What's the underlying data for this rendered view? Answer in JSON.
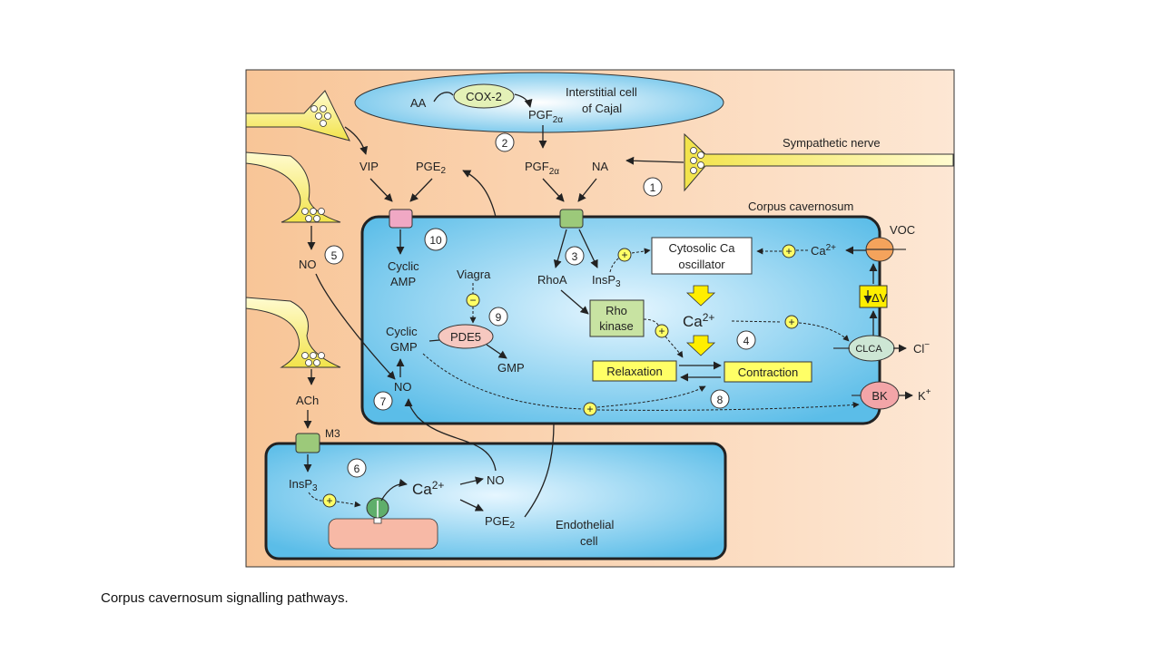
{
  "caption": "Corpus cavernosum signalling pathways.",
  "labels": {
    "interstitial": "Interstitial cell",
    "interstitial2": "of  Cajal",
    "aa": "AA",
    "cox2": "COX-2",
    "pgf_main": "PGF",
    "pgf_sub": "2α",
    "sympathetic": "Sympathetic nerve",
    "vip": "VIP",
    "pge_main": "PGE",
    "pge_sub": "2",
    "na": "NA",
    "corpus": "Corpus cavernosum",
    "voc": "VOC",
    "no": "NO",
    "cyclic_amp_1": "Cyclic",
    "cyclic_amp_2": "AMP",
    "viagra": "Viagra",
    "rhoa": "RhoA",
    "insp_main": "InsP",
    "insp_sub": "3",
    "cytosolic_1": "Cytosolic Ca",
    "cytosolic_2": "oscillator",
    "ca_main": "Ca",
    "ca_sup": "2+",
    "delta_v": "ΔV",
    "rho_1": "Rho",
    "rho_2": "kinase",
    "cyclic_gmp_1": "Cyclic",
    "cyclic_gmp_2": "GMP",
    "pde5": "PDE5",
    "gmp": "GMP",
    "clca": "CLCA",
    "cl": "Cl",
    "cl_sup": "−",
    "relaxation": "Relaxation",
    "contraction": "Contraction",
    "bk": "BK",
    "k": "K",
    "k_sup": "+",
    "ach": "ACh",
    "m3": "M3",
    "endothelial_1": "Endothelial",
    "endothelial_2": "cell",
    "plus": "+",
    "minus": "−"
  },
  "numbers": [
    "1",
    "2",
    "3",
    "4",
    "5",
    "6",
    "7",
    "8",
    "9",
    "10"
  ],
  "colors": {
    "panel_bg": "#f9c9a0",
    "cell_blue": "#5bbde8",
    "nerve_yellow": "#fff27a",
    "receptor_green": "#9cc97a",
    "receptor_pink": "#f0a8c4",
    "highlight_yellow": "#ffff66",
    "arrow_yellow": "#ffee00"
  }
}
